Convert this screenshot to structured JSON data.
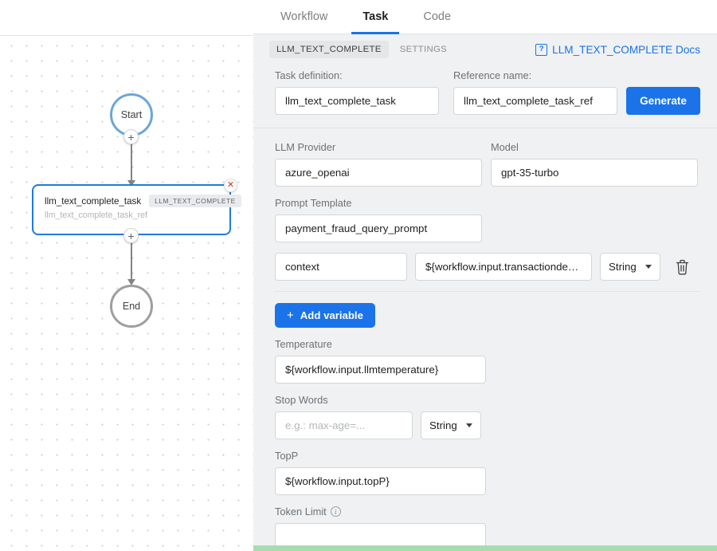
{
  "canvas": {
    "start_node": {
      "label": "Start"
    },
    "end_node": {
      "label": "End"
    },
    "task_node": {
      "title": "llm_text_complete_task",
      "badge": "LLM_TEXT_COMPLETE",
      "reference": "llm_text_complete_task_ref",
      "close_glyph": "✕"
    },
    "add_handle_glyph": "+"
  },
  "panel": {
    "tabs": [
      {
        "label": "Workflow",
        "active": false
      },
      {
        "label": "Task",
        "active": true
      },
      {
        "label": "Code",
        "active": false
      }
    ],
    "subtabs": {
      "primary": "LLM_TEXT_COMPLETE",
      "secondary": "SETTINGS"
    },
    "docs": {
      "icon_glyph": "?",
      "label": "LLM_TEXT_COMPLETE Docs"
    },
    "definition": {
      "task_definition_label": "Task definition:",
      "task_definition_value": "llm_text_complete_task",
      "reference_name_label": "Reference name:",
      "reference_name_value": "llm_text_complete_task_ref",
      "generate_label": "Generate"
    },
    "form": {
      "llm_provider_label": "LLM Provider",
      "llm_provider_value": "azure_openai",
      "model_label": "Model",
      "model_value": "gpt-35-turbo",
      "prompt_template_label": "Prompt Template",
      "prompt_template_value": "payment_fraud_query_prompt",
      "variable": {
        "key_value": "context",
        "value_value": "${workflow.input.transactionde…",
        "type_value": "String",
        "delete_icon": "trash-icon"
      },
      "add_variable_label": "Add variable",
      "add_variable_plus": "+",
      "temperature_label": "Temperature",
      "temperature_value": "${workflow.input.llmtemperature}",
      "stop_words_label": "Stop Words",
      "stop_words_placeholder": "e.g.: max-age=...",
      "stop_words_type": "String",
      "topp_label": "TopP",
      "topp_value": "${workflow.input.topP}",
      "token_limit_label": "Token Limit",
      "token_limit_value": "",
      "info_glyph": "i"
    }
  },
  "colors": {
    "accent_blue": "#1a73e8",
    "node_selected": "#1f7ae0",
    "start_ring": "#6ba6dc",
    "end_ring": "#9e9e9e",
    "close_red": "#d93025",
    "status_green": "#a8dcb0",
    "panel_bg": "#f0f1f2"
  }
}
